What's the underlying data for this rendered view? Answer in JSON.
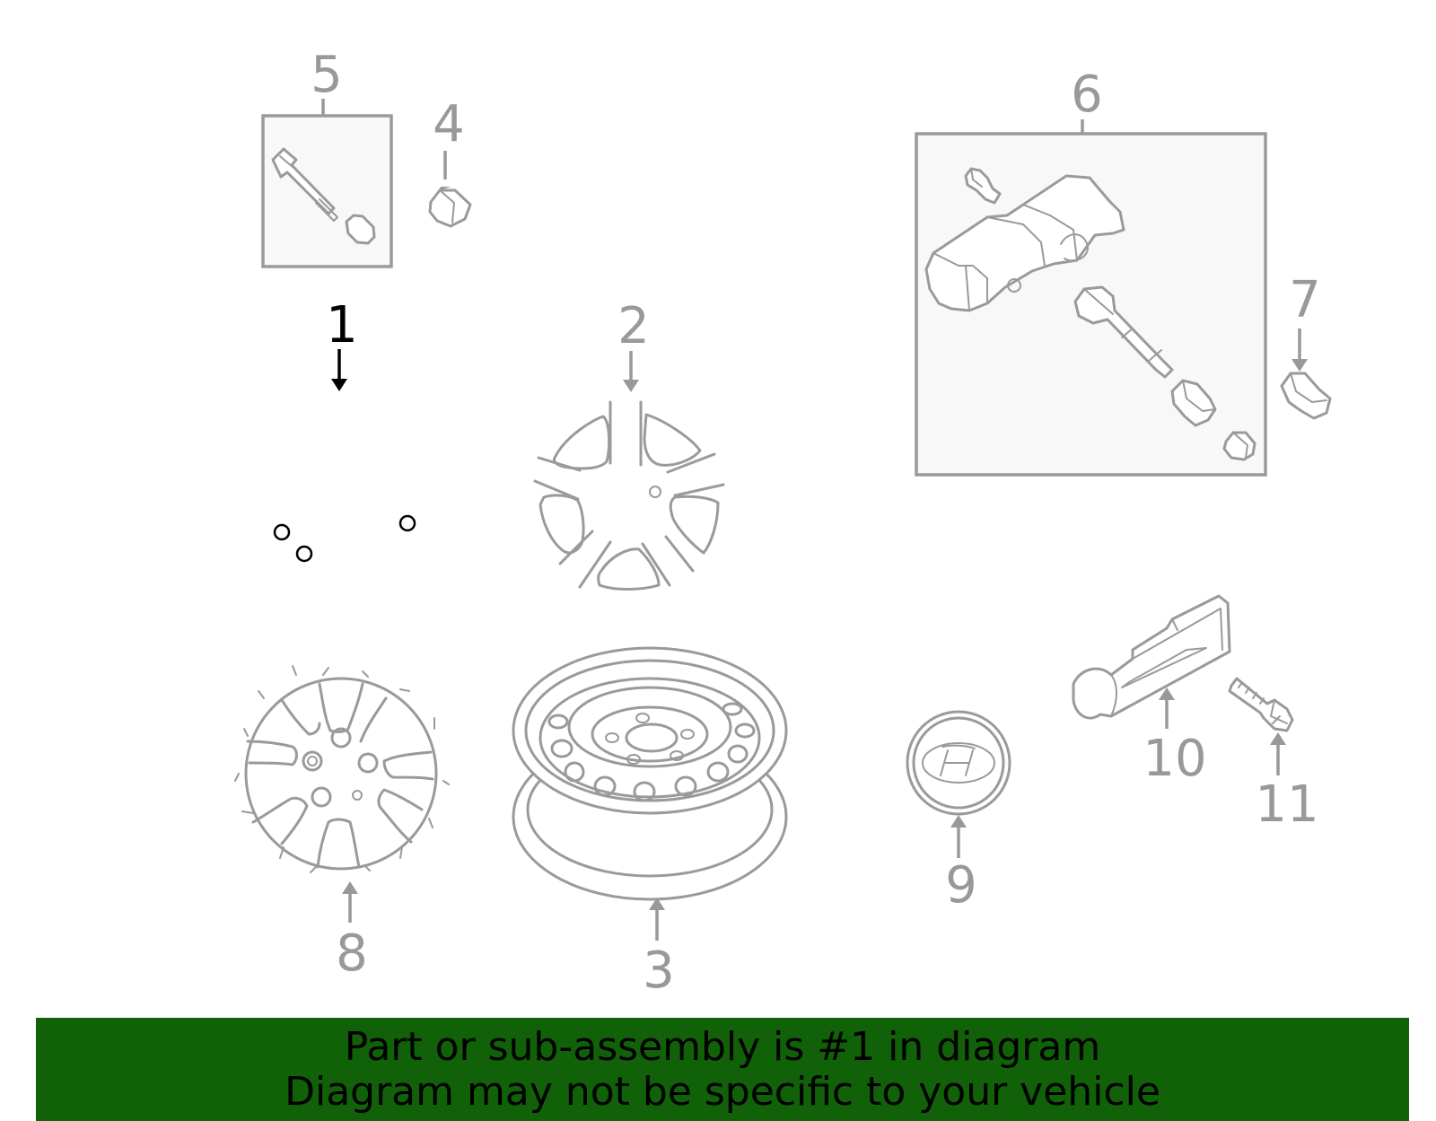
{
  "callouts": {
    "c1": "1",
    "c2": "2",
    "c3": "3",
    "c4": "4",
    "c5": "5",
    "c6": "6",
    "c7": "7",
    "c8": "8",
    "c9": "9",
    "c10": "10",
    "c11": "11"
  },
  "highlighted_callout": "1",
  "colors": {
    "banner_background": "#116108",
    "part_line": "#9a9a9a",
    "callout_gray": "#999999",
    "callout_highlight": "#000000"
  },
  "banner": {
    "line1": "Part or sub-assembly is #1 in diagram",
    "line2": "Diagram may not be specific to your vehicle"
  }
}
